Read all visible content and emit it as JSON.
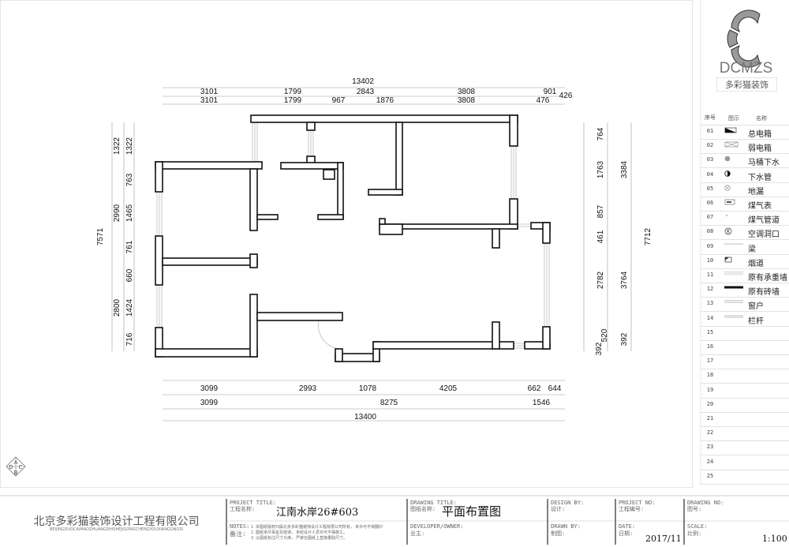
{
  "dimensions": {
    "top_total": "13402",
    "top_row1": [
      "3101",
      "1799",
      "2843",
      "3808",
      "901",
      "426"
    ],
    "top_row2": [
      "3101",
      "1799",
      "967",
      "1876",
      "3808",
      "476"
    ],
    "left_outer": [
      "1322",
      "2990",
      "2800"
    ],
    "left_inner": [
      "1322",
      "763",
      "1465",
      "761",
      "660",
      "1424",
      "716"
    ],
    "left_total": "7571",
    "right_inner": [
      "764",
      "1763",
      "857",
      "461",
      "2782",
      "392",
      "520"
    ],
    "right_outer": [
      "3384",
      "3764",
      "392"
    ],
    "right_total": "7712",
    "bottom_row1": [
      "3099",
      "2993",
      "1078",
      "4205",
      "662",
      "644"
    ],
    "bottom_row2": [
      "3099",
      "8275",
      "1546"
    ],
    "bottom_total": "13400"
  },
  "logo": {
    "text": "DCMZS",
    "subtitle": "多彩猫装饰"
  },
  "legend": {
    "headers": [
      "序号",
      "图示",
      "名称"
    ],
    "items": [
      {
        "no": "01",
        "label": "总电箱",
        "icon": "main-electric-box"
      },
      {
        "no": "02",
        "label": "弱电箱",
        "icon": "low-voltage-box"
      },
      {
        "no": "03",
        "label": "马桶下水",
        "icon": "toilet-drain"
      },
      {
        "no": "04",
        "label": "下水管",
        "icon": "drain-pipe"
      },
      {
        "no": "05",
        "label": "地漏",
        "icon": "floor-drain"
      },
      {
        "no": "06",
        "label": "煤气表",
        "icon": "gas-meter"
      },
      {
        "no": "07",
        "label": "煤气管道",
        "icon": "gas-pipe"
      },
      {
        "no": "08",
        "label": "空调洞口",
        "icon": "ac-hole"
      },
      {
        "no": "09",
        "label": "梁",
        "icon": "beam"
      },
      {
        "no": "10",
        "label": "烟道",
        "icon": "flue"
      },
      {
        "no": "11",
        "label": "原有承重墙",
        "icon": "load-bearing-wall"
      },
      {
        "no": "12",
        "label": "原有砖墙",
        "icon": "brick-wall"
      },
      {
        "no": "13",
        "label": "窗户",
        "icon": "window"
      },
      {
        "no": "14",
        "label": "栏杆",
        "icon": "railing"
      },
      {
        "no": "15",
        "label": ""
      },
      {
        "no": "16",
        "label": ""
      },
      {
        "no": "17",
        "label": ""
      },
      {
        "no": "18",
        "label": ""
      },
      {
        "no": "19",
        "label": ""
      },
      {
        "no": "20",
        "label": ""
      },
      {
        "no": "21",
        "label": ""
      },
      {
        "no": "22",
        "label": ""
      },
      {
        "no": "23",
        "label": ""
      },
      {
        "no": "24",
        "label": ""
      },
      {
        "no": "25",
        "label": ""
      }
    ]
  },
  "compass": "ABCD",
  "title_block": {
    "company": "北京多彩猫装饰设计工程有限公司",
    "company_pinyin": "BEIJINGDUOCAIMAOZHUANGSHISHEJIGONGCHENGYOUXIANGONGSI",
    "project_title_label": "PROJECT TITLE:",
    "project_title_label_cn": "工程名称:",
    "project_title": "江南水岸26#603",
    "notes_label": "NOTES:",
    "notes_label_cn": "备注:",
    "notes": [
      "1  本图纸版权归属北京多彩猫装饰设计工程有限公司所有, 未许可不得翻印",
      "2  图纸未尽事宜及错误, 未经设计人员许可不得施工。",
      "3  以图纸标注尺寸为准, 严禁在图纸上直接量取尺寸。"
    ],
    "drawing_title_label": "DRAWING TITLE:",
    "drawing_title_label_cn": "图纸名称:",
    "drawing_title": "平面布置图",
    "developer_label": "DEVELOPER/OWNER:",
    "developer_label_cn": "业主:",
    "design_by_label": "DESIGN BY:",
    "design_by_label_cn": "设计:",
    "drawn_by_label": "DRAWN BY:",
    "drawn_by_label_cn": "制图:",
    "project_no_label": "PROJECT NO:",
    "project_no_label_cn": "工程编号:",
    "date_label": "DATE:",
    "date_label_cn": "日期:",
    "date": "2017/11",
    "drawing_no_label": "DRAWING NO:",
    "drawing_no_label_cn": "图号:",
    "scale_label": "SCALE:",
    "scale_label_cn": "比例:",
    "scale": "1:100"
  }
}
